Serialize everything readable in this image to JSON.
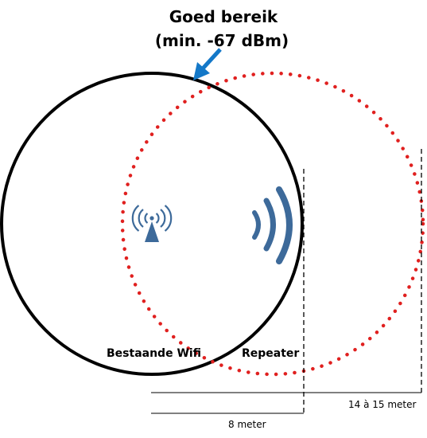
{
  "annotation": {
    "line1": "Goed bereik",
    "line2": "(min. -67 dBm)"
  },
  "labels": {
    "existing_wifi": "Bestaande Wifi",
    "repeater": "Repeater"
  },
  "measurements": {
    "repeater_distance": "8 meter",
    "extended_range": "14 à 15 meter"
  },
  "colors": {
    "existing_range": "#000000",
    "repeater_range": "#e0201f",
    "wifi_icon": "#3d6a9a",
    "arrow": "#1478c8"
  },
  "icons": {
    "router": "wifi-router-icon",
    "repeater": "signal-waves-icon",
    "arrow": "arrow-icon"
  }
}
